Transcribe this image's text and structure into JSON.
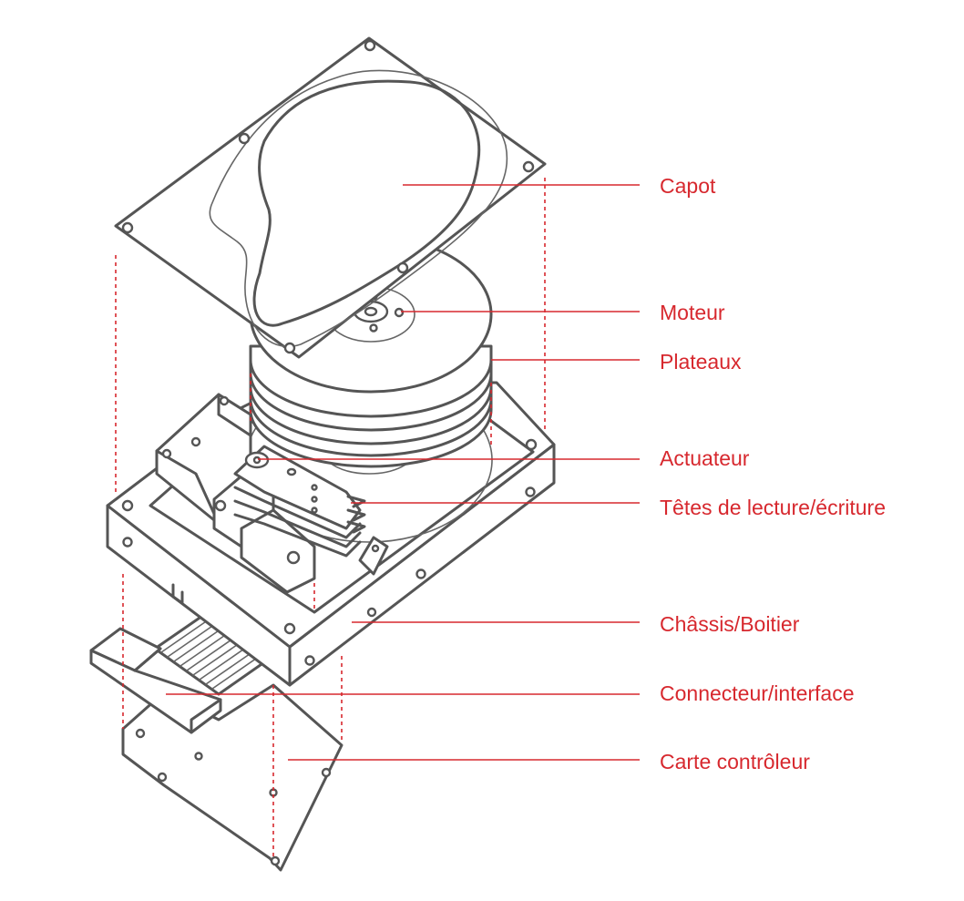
{
  "colors": {
    "accent": "#d7282e",
    "drawing": "#555555",
    "background": "#ffffff"
  },
  "labels": {
    "capot": "Capot",
    "moteur": "Moteur",
    "plateaux": "Plateaux",
    "actuateur": "Actuateur",
    "tetes": "Têtes de lecture/écriture",
    "chassis": "Châssis/Boitier",
    "connecteur": "Connecteur/interface",
    "carte": "Carte contrôleur"
  }
}
